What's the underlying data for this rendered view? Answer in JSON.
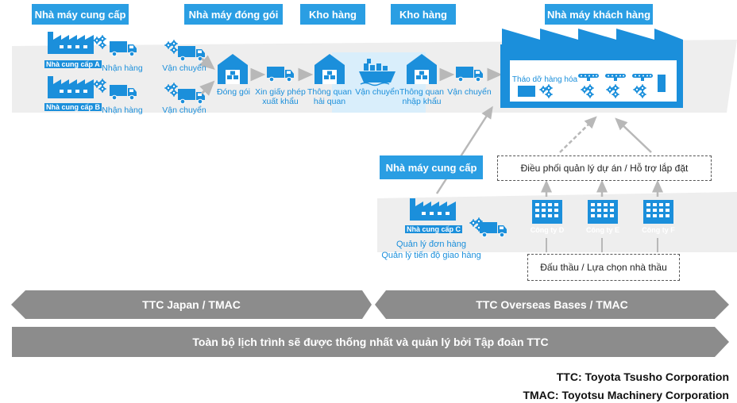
{
  "headers": {
    "supplier_factory": "Nhà máy cung cấp",
    "packing_factory": "Nhà máy đóng gói",
    "warehouse_1": "Kho hàng",
    "warehouse_2": "Kho hàng",
    "customer_factory": "Nhà máy khách hàng",
    "supplier_factory_2": "Nhà máy cung cấp"
  },
  "suppliers": {
    "a": "Nhà cung cấp A",
    "b": "Nhà cung cấp B",
    "c": "Nhà cung cấp C"
  },
  "flow_labels": {
    "receive_a": "Nhận hàng",
    "transport_a": "Vận chuyển",
    "receive_b": "Nhận hàng",
    "transport_b": "Vận chuyển",
    "packing": "Đóng gói",
    "export_permit_1": "Xin giấy phép",
    "export_permit_2": "xuất khẩu",
    "customs_1": "Thông quan",
    "customs_2": "hải quan",
    "ship_transport": "Vận chuyển",
    "import_customs_1": "Thông quan",
    "import_customs_2": "nhập khẩu",
    "transport_final": "Vận chuyển",
    "unloading": "Tháo dỡ hàng hóa"
  },
  "lower": {
    "order_mgmt": "Quản lý đơn hàng",
    "schedule_mgmt": "Quản lý tiến độ giao hàng",
    "company_d": "Công ty D",
    "company_e": "Công ty E",
    "company_f": "Công ty F",
    "coordination": "Điều phối quản lý dự án / Hỗ trợ lắp đặt",
    "bidding": "Đấu thầu / Lựa chọn nhà thầu"
  },
  "bands": {
    "japan": "TTC Japan / TMAC",
    "overseas": "TTC Overseas Bases / TMAC",
    "unified": "Toàn bộ lịch trình sẽ được thống nhất và quản lý bởi Tập đoàn TTC"
  },
  "legend": {
    "ttc": "TTC: Toyota Tsusho Corporation",
    "tmac": "TMAC: Toyotsu Machinery Corporation"
  },
  "colors": {
    "primary_blue": "#2a9ee3",
    "icon_blue": "#1b8fdb",
    "band_gray": "#8c8c8c",
    "flow_gray": "#eeeeee",
    "highlight": "#d9eefb"
  }
}
